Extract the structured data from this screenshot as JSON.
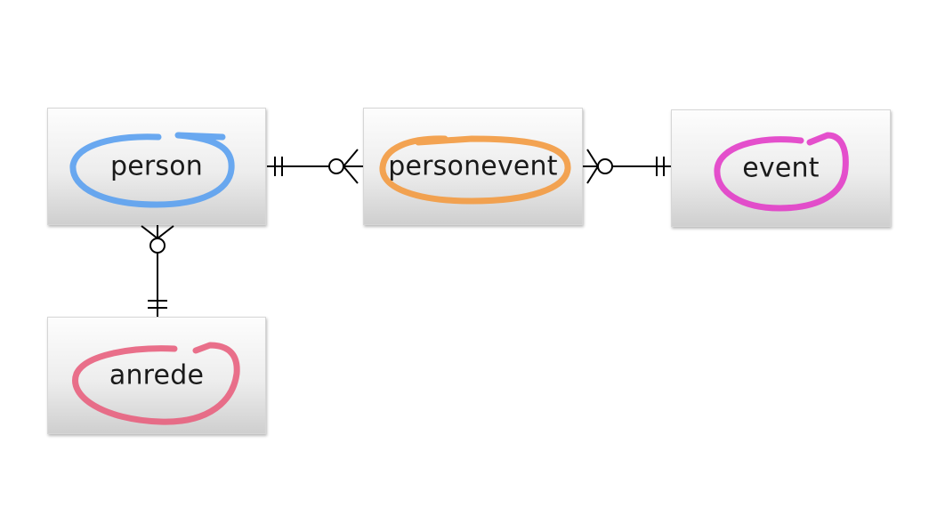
{
  "entities": {
    "person": {
      "label": "person",
      "circle_color": "#5aa0f0"
    },
    "personevent": {
      "label": "personevent",
      "circle_color": "#f39a40"
    },
    "event": {
      "label": "event",
      "circle_color": "#e23dc8"
    },
    "anrede": {
      "label": "anrede",
      "circle_color": "#e8607e"
    }
  },
  "relationships": [
    {
      "from": "person",
      "to": "personevent",
      "from_cardinality": "exactly-one",
      "to_cardinality": "zero-or-many"
    },
    {
      "from": "event",
      "to": "personevent",
      "from_cardinality": "exactly-one",
      "to_cardinality": "zero-or-many"
    },
    {
      "from": "anrede",
      "to": "person",
      "from_cardinality": "exactly-one",
      "to_cardinality": "zero-or-many"
    }
  ],
  "colors": {
    "line": "#000000",
    "box_border": "#d6d6d6"
  }
}
